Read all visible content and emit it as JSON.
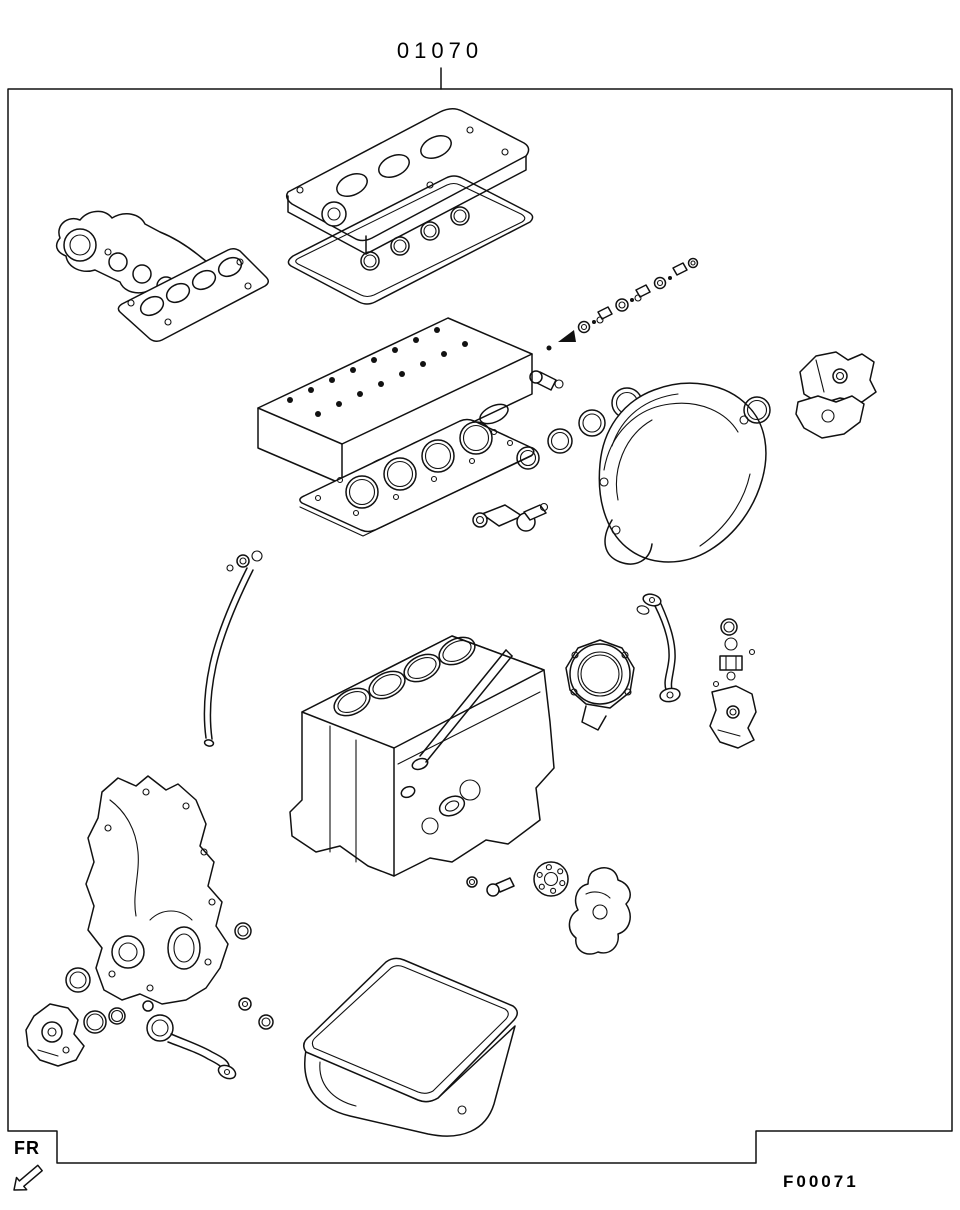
{
  "diagram": {
    "top_code": "01070",
    "figure_number": "F00071",
    "front_label": "FR"
  },
  "colors": {
    "line": "#111111",
    "background": "#ffffff"
  }
}
